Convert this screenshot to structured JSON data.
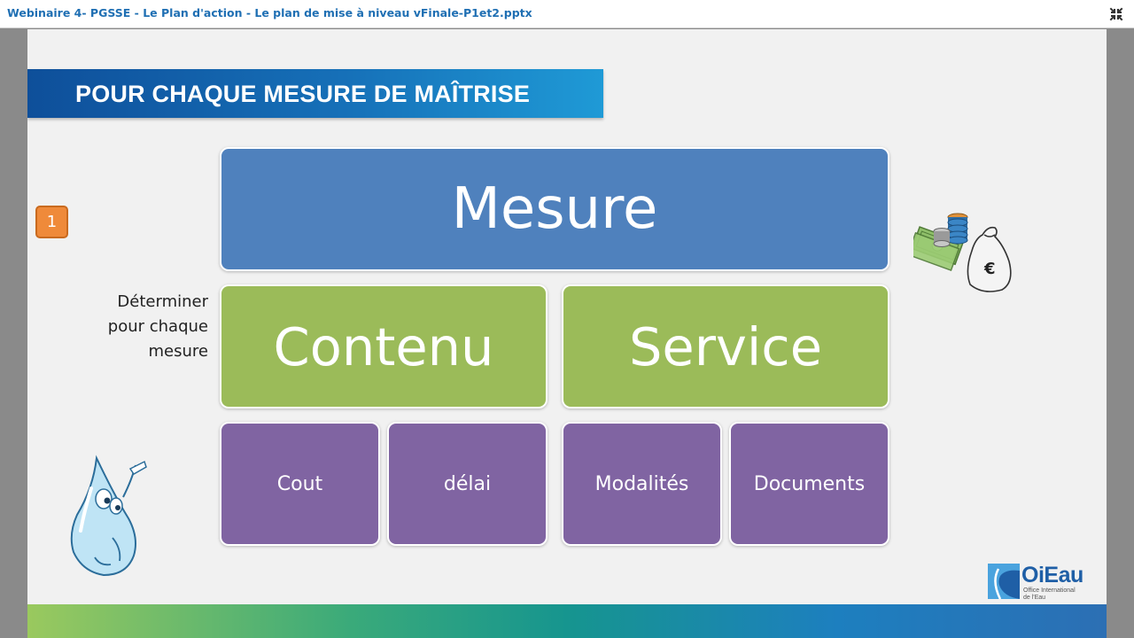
{
  "window": {
    "title": "Webinaire 4- PGSSE - Le Plan d'action - Le plan de mise à niveau vFinale-P1et2.pptx",
    "collapse_icon": "collapse-arrows-icon"
  },
  "slide": {
    "banner_title": "POUR CHAQUE MESURE DE MAÎTRISE",
    "step_badge": "1",
    "side_text": [
      "Déterminer",
      "pour chaque",
      "mesure"
    ],
    "boxes": {
      "mesure": "Mesure",
      "contenu": "Contenu",
      "service": "Service",
      "cout": "Cout",
      "delai": "délai",
      "modalites": "Modalités",
      "documents": "Documents"
    },
    "logo": {
      "name": "OiEau",
      "subtitle_line1": "Office International",
      "subtitle_line2": "de l'Eau"
    },
    "icons": [
      "money-bag-icon",
      "water-drop-mascot-icon",
      "oieau-logo-icon"
    ]
  },
  "colors": {
    "title_text": "#1f6fb3",
    "banner": "#1670b8",
    "mesure_box": "#4f81bd",
    "level2_boxes": "#9bbb59",
    "level3_boxes": "#8064a2",
    "badge": "#ef8a3a"
  }
}
